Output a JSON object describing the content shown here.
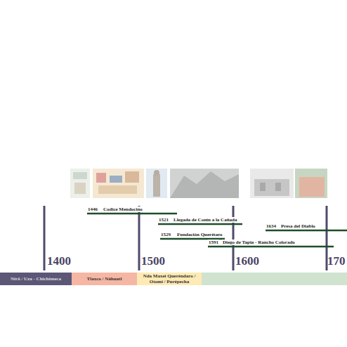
{
  "diagram": {
    "nodes": [
      {
        "text": [
          "Nirö / Uza - Chichimeca"
        ]
      },
      {
        "text": [
          "Tlaxco / Náhuatl"
        ]
      },
      {
        "text": [
          "Nda Maxei Queréndaro / Otomí / Purépecha"
        ]
      }
    ],
    "labels": [
      "1446",
      "Codice Mendocino",
      "1521",
      "Llegada de Conín a la Cañada",
      "1529",
      "Fundación Querétaro",
      "1634",
      "Presa del Diablo",
      "1591",
      "Diego de Tapia - Rancho Colorado",
      "1400",
      "1500",
      "1600",
      "170"
    ]
  }
}
